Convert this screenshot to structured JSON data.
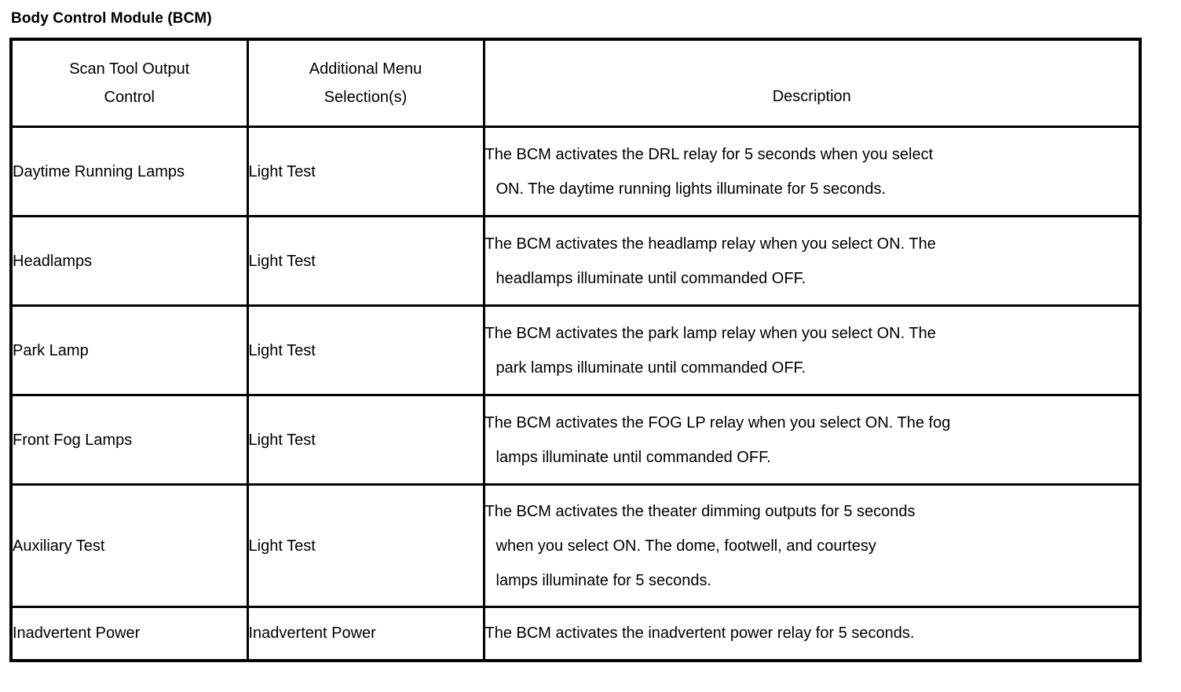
{
  "page": {
    "title": "Body Control Module (BCM)"
  },
  "table": {
    "headers": {
      "control": "Scan Tool Output Control",
      "control_line1": "Scan Tool Output",
      "control_line2": "Control",
      "menu": "Additional Menu Selection(s)",
      "menu_line1": "Additional Menu",
      "menu_line2": "Selection(s)",
      "description": "Description"
    },
    "rows": [
      {
        "control": "Daytime Running Lamps",
        "menu": "Light Test",
        "description": "The BCM activates the DRL relay for 5 seconds when you select ON. The daytime running lights illuminate for 5 seconds.",
        "description_lines": [
          "The BCM activates the DRL relay for 5 seconds when you select",
          "ON. The daytime running lights illuminate for 5 seconds."
        ]
      },
      {
        "control": "Headlamps",
        "menu": "Light Test",
        "description": "The BCM activates the headlamp relay when you select ON. The headlamps illuminate until commanded OFF.",
        "description_lines": [
          "The BCM activates the headlamp relay when you select ON. The",
          "headlamps illuminate until commanded OFF."
        ]
      },
      {
        "control": "Park Lamp",
        "menu": "Light Test",
        "description": "The BCM activates the park lamp relay when you select ON. The park lamps illuminate until commanded OFF.",
        "description_lines": [
          "The BCM activates the park lamp relay when you select ON. The",
          "park lamps illuminate until commanded OFF."
        ]
      },
      {
        "control": "Front Fog Lamps",
        "menu": "Light Test",
        "description": "The BCM activates the FOG LP relay when you select ON. The fog lamps illuminate until commanded OFF.",
        "description_lines": [
          "The BCM activates the FOG LP relay when you select ON. The fog",
          "lamps illuminate until commanded OFF."
        ]
      },
      {
        "control": "Auxiliary Test",
        "menu": "Light Test",
        "description": "The BCM activates the theater dimming outputs for 5 seconds when you select ON. The dome, footwell, and courtesy lamps illuminate for 5 seconds.",
        "description_lines": [
          "The BCM activates the theater dimming outputs for 5 seconds",
          "when you select ON. The dome, footwell, and courtesy",
          "lamps illuminate for 5 seconds."
        ]
      },
      {
        "control": "Inadvertent Power",
        "menu": "Inadvertent Power",
        "description": "The BCM activates the inadvertent power relay for 5 seconds.",
        "description_lines": [
          "The BCM activates the inadvertent power relay for 5 seconds."
        ]
      }
    ]
  }
}
